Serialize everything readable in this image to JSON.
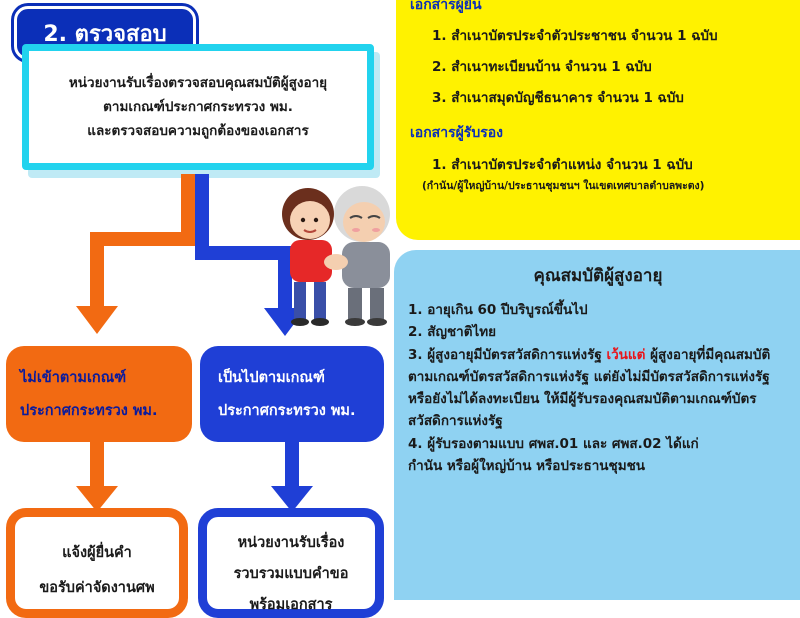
{
  "title": "2. ตรวจสอบ",
  "check_box": {
    "lines": [
      "หน่วยงานรับเรื่องตรวจสอบคุณสมบัติผู้สูงอายุ",
      "ตามเกณฑ์ประกาศกระทรวง พม.",
      "และตรวจสอบความถูกต้องของเอกสาร"
    ]
  },
  "docs": {
    "applicant_heading": "เอกสารผู้ยื่น",
    "applicant_items": [
      "1. สำเนาบัตรประจำตัวประชาชน จำนวน 1 ฉบับ",
      "2. สำเนาทะเบียนบ้าน จำนวน 1 ฉบับ",
      "3. สำเนาสมุดบัญชีธนาคาร จำนวน 1 ฉบับ"
    ],
    "certifier_heading": "เอกสารผู้รับรอง",
    "certifier_item": "1. สำเนาบัตรประจำตำแหน่ง จำนวน 1 ฉบับ",
    "certifier_note": "(กำนัน/ผู้ใหญ่บ้าน/ประธานชุมชนฯ ในเขตเทศบาลตำบลพะตง)"
  },
  "qualifications": {
    "title": "คุณสมบัติผู้สูงอายุ",
    "item1": "1. อายุเกิน 60 ปีบริบูรณ์ขึ้นไป",
    "item2": "2. สัญชาติไทย",
    "item3_pre": "3. ผู้สูงอายุมีบัตรสวัสดิการแห่งรัฐ ",
    "item3_red": "เว้นแต่",
    "item3_post": " ผู้สูงอายุที่มีคุณสมบัติตามเกณฑ์บัตรสวัสดิการแห่งรัฐ แต่ยังไม่มีบัตรสวัสดิการแห่งรัฐ หรือยังไม่ได้ลงทะเบียน ให้มีผู้รับรองคุณสมบัติตามเกณฑ์บัตรสวัสดิการแห่งรัฐ",
    "item4_pre": "4. ผู้รับรองตามแบบ ศพส.01 และ ศพส.02 ได้แก่",
    "item4_red": "กำนัน หรือผู้ใหญ่บ้าน หรือประธานชุมชน"
  },
  "branch_fail": {
    "lines": [
      "ไม่เข้าตามเกณฑ์",
      "ประกาศกระทรวง พม."
    ],
    "result_lines": [
      "แจ้งผู้ยื่นคำ",
      "ขอรับค่าจัดงานศพ"
    ]
  },
  "branch_pass": {
    "lines": [
      "เป็นไปตามเกณฑ์",
      "ประกาศกระทรวง พม."
    ],
    "result_lines": [
      "หน่วยงานรับเรื่อง",
      "รวบรวมแบบคำขอ",
      "พร้อมเอกสาร"
    ]
  },
  "colors": {
    "title_blue": "#0b2fb8",
    "cyan_border": "#22d3ee",
    "yellow_panel": "#fff200",
    "sky_panel": "#8fd2f2",
    "orange": "#f26a12",
    "blue": "#1f3fd6",
    "red_text": "#e8151b"
  },
  "icons": {
    "illustration": "caregiver-and-elderly-illustration",
    "arrows": "down-arrow-icon"
  }
}
